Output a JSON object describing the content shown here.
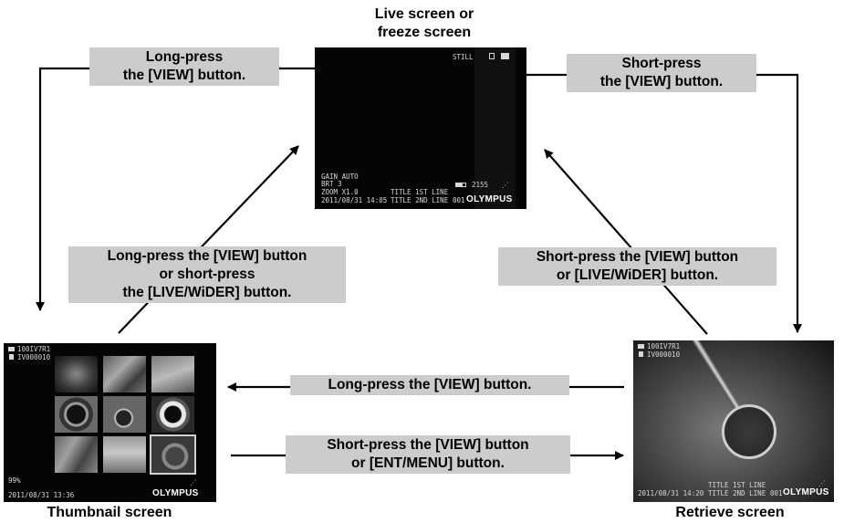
{
  "titles": {
    "live": [
      "Live screen or",
      "freeze screen"
    ],
    "thumbnail": "Thumbnail screen",
    "retrieve": "Retrieve screen"
  },
  "labels": {
    "top_left": [
      "Long-press",
      "the [VIEW] button."
    ],
    "top_right": [
      "Short-press",
      "the [VIEW] button."
    ],
    "mid_left": [
      "Long-press the [VIEW] button",
      "or short-press",
      "the [LIVE/WiDER] button."
    ],
    "mid_right": [
      "Short-press the [VIEW] button",
      "or [LIVE/WiDER] button."
    ],
    "bottom_top": "Long-press the [VIEW] button.",
    "bottom_bottom": [
      "Short-press the [VIEW] button",
      "or [ENT/MENU] button."
    ]
  },
  "live_screen": {
    "status": "STILL",
    "gain": "GAIN AUTO",
    "brt": "BRT 3",
    "zoom": "ZOOM X1.0",
    "datetime": "2011/08/31 14:05",
    "title1": "TITLE 1ST LINE",
    "title2": "TITLE 2ND LINE",
    "count": "2155",
    "index": "001",
    "brand": "OLYMPUS"
  },
  "thumbnail_screen": {
    "folder": "100IV7R1",
    "file": "IV000010",
    "battery": "99%",
    "datetime": "2011/08/31 13:36",
    "brand": "OLYMPUS"
  },
  "retrieve_screen": {
    "folder": "100IV7R1",
    "file": "IV000010",
    "datetime": "2011/08/31 14:20",
    "title1": "TITLE 1ST LINE",
    "title2": "TITLE 2ND LINE",
    "index": "001",
    "brand": "OLYMPUS"
  },
  "colors": {
    "label_bg": "#cccccc",
    "arrow": "#000000",
    "screen_bg": "#050505"
  }
}
